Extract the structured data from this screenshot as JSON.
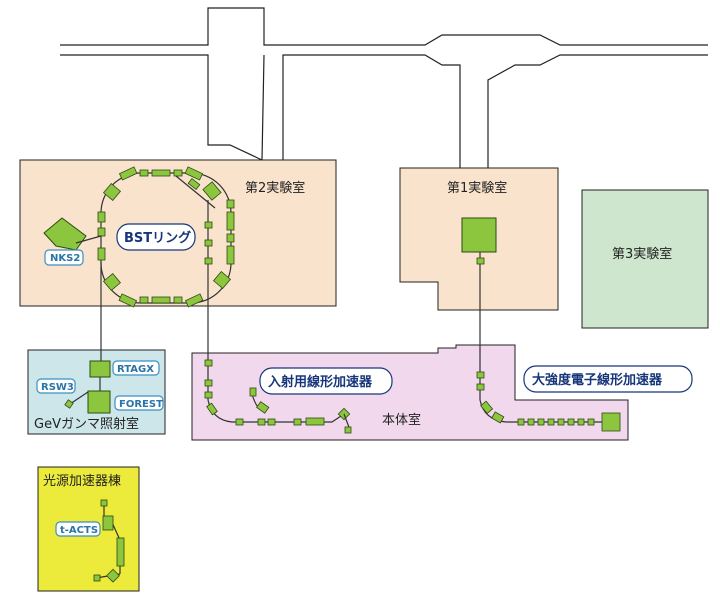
{
  "rooms": {
    "lab2": "第2実験室",
    "lab1": "第1実験室",
    "lab3": "第3実験室",
    "main_hall": "本体室",
    "gamma_room": "GeVガンマ照射室",
    "light_source": "光源加速器棟"
  },
  "labels": {
    "bst_ring": "BSTリング",
    "injector_linac": "入射用線形加速器",
    "high_intensity_linac": "大強度電子線形加速器",
    "nks2": "NKS2",
    "rtagx": "RTAGX",
    "rsw3": "RSW3",
    "forest": "FOREST",
    "t_acts": "t-ACTS"
  },
  "colors": {
    "lab_fill": "#fae3cc",
    "main_hall_fill": "#f2d8ec",
    "gamma_room_fill": "#cde6ea",
    "lab3_fill": "#cde6cd",
    "light_source_fill": "#ecea3a",
    "magnet": "#8cc63f",
    "tag_border": "#3a8fc4",
    "tag_text": "#2a74a8",
    "big_tag_text": "#17367a"
  }
}
